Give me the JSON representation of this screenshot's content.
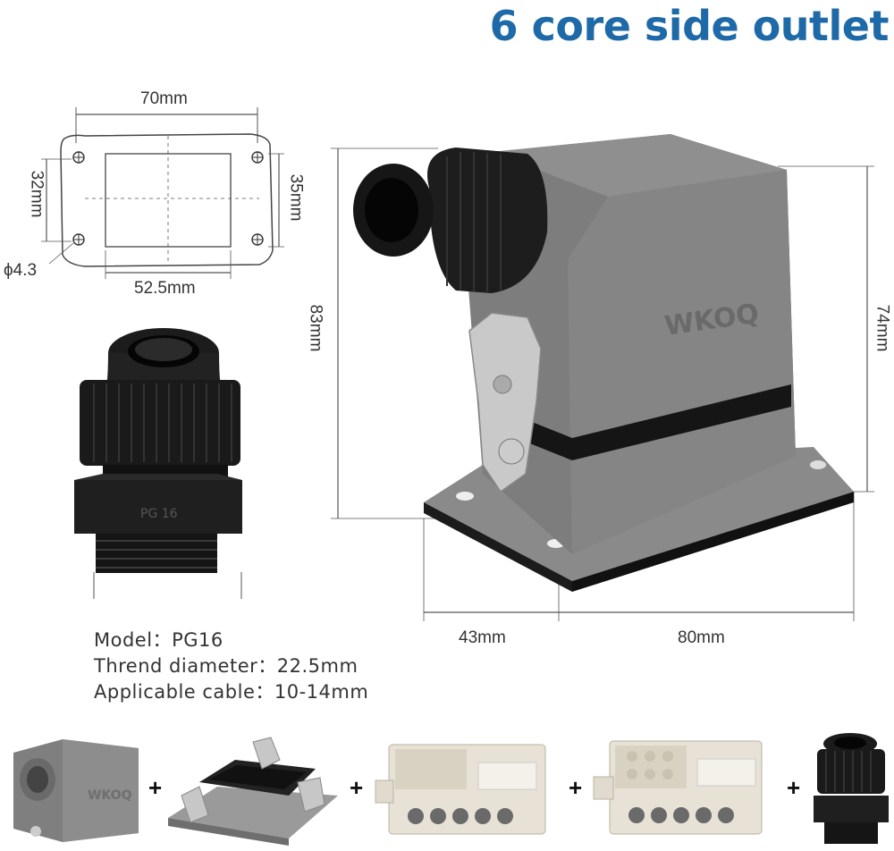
{
  "title": "6 core side outlet",
  "dimensions": {
    "flange_width": "70mm",
    "flange_height": "32mm",
    "hole_spacing_v": "35mm",
    "hole_diameter": "ϕ4.3",
    "hole_spacing_h": "52.5mm",
    "total_height": "83mm",
    "body_height": "74mm",
    "depth_a": "43mm",
    "depth_b": "80mm"
  },
  "cable_gland": {
    "model_label": "Model：",
    "model_value": "PG16",
    "thread_label": "Thrend diameter：",
    "thread_value": "22.5mm",
    "cable_label": "Applicable cable：",
    "cable_value": "10-14mm",
    "marking": "PG 16"
  },
  "brand": "WKOQ",
  "components": [
    "hood-side-entry",
    "housing-base",
    "male-insert",
    "female-insert",
    "cable-gland"
  ],
  "plus_sign": "+"
}
